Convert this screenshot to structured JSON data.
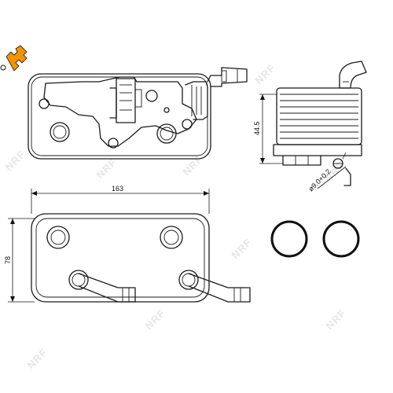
{
  "dimensions": {
    "width": "163",
    "height": "78",
    "side_height": "44.5",
    "port": "ø9.0+0.2"
  },
  "logo": {
    "color": "#f29400"
  },
  "watermark_text": "NRF",
  "colors": {
    "line": "#1a1a1a",
    "watermark": "#e6e6e6",
    "background": "#ffffff"
  }
}
